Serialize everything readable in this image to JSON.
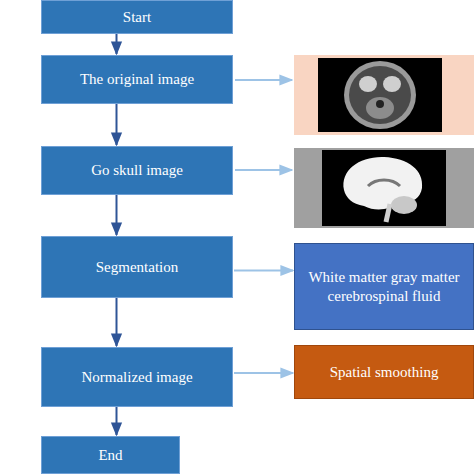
{
  "diagram": {
    "nodes": [
      {
        "text": [
          "Start"
        ]
      },
      {
        "text": [
          "The original image"
        ]
      },
      {
        "text": [
          "Go skull image"
        ]
      },
      {
        "text": [
          "Segmentation"
        ]
      },
      {
        "text": [
          "Normalized image"
        ]
      },
      {
        "text": [
          "End"
        ]
      },
      {
        "text": [
          "White matter gray matter cerebrospinal fluid"
        ]
      },
      {
        "text": [
          "Spatial smoothing"
        ]
      }
    ],
    "edges": [
      {
        "from": 0,
        "to": 1,
        "arrow": "to"
      },
      {
        "from": 1,
        "to": 2,
        "arrow": "to"
      },
      {
        "from": 2,
        "to": 3,
        "arrow": "to"
      },
      {
        "from": 3,
        "to": 4,
        "arrow": "to"
      },
      {
        "from": 4,
        "to": 5,
        "arrow": "to"
      },
      {
        "from": 3,
        "to": 6,
        "arrow": "to"
      },
      {
        "from": 4,
        "to": 7,
        "arrow": "to"
      }
    ]
  }
}
